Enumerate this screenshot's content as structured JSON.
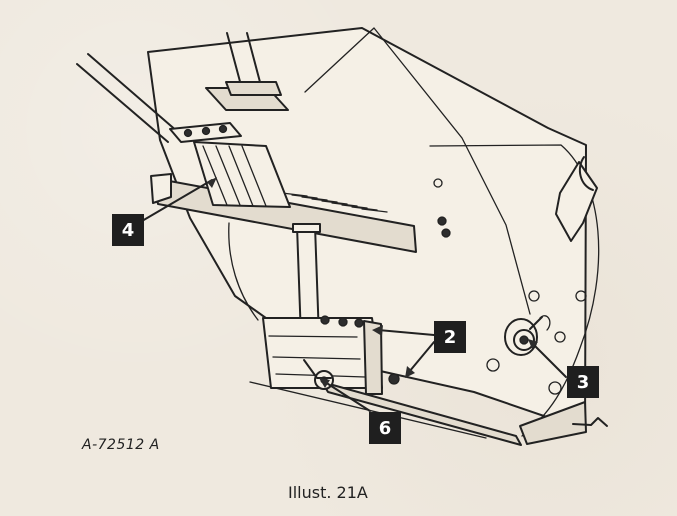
{
  "diagram": {
    "reference_code": "A-72512 A",
    "caption": "Illust. 21A",
    "callouts": [
      {
        "label": "2"
      },
      {
        "label": "3"
      },
      {
        "label": "4"
      },
      {
        "label": "6"
      }
    ]
  }
}
